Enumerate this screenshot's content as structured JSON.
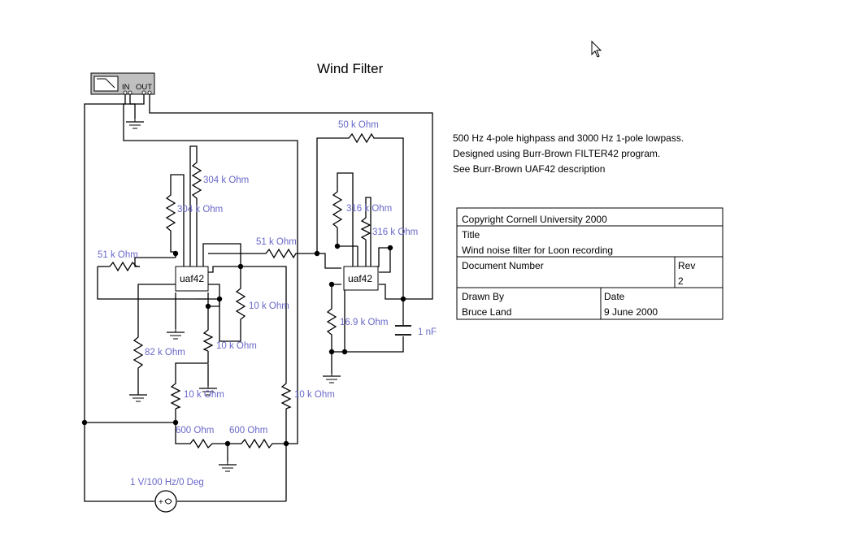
{
  "title": "Wind Filter",
  "bode_plotter": {
    "in_label": "IN",
    "out_label": "OUT"
  },
  "description": [
    "500 Hz 4-pole highpass and 3000 Hz 1-pole lowpass.",
    "Designed using Burr-Brown FILTER42 program.",
    "See Burr-Brown UAF42 description"
  ],
  "title_block": {
    "copyright": "Copyright Cornell University 2000",
    "title_label": "Title",
    "title_value": "Wind noise filter for Loon recording",
    "docnum_label": "Document Number",
    "rev_label": "Rev",
    "rev_value": "2",
    "drawn_label": "Drawn By",
    "drawn_value": "Bruce Land",
    "date_label": "Date",
    "date_value": "9 June 2000"
  },
  "chips": {
    "u1": "uaf42",
    "u2": "uaf42"
  },
  "components": {
    "r_50k": "50 k Ohm",
    "r_304k_a": "304 k Ohm",
    "r_304k_b": "304 k Ohm",
    "r_316k_a": "316 k Ohm",
    "r_316k_b": "316 k Ohm",
    "r_51k_a": "51 k Ohm",
    "r_51k_b": "51 k Ohm",
    "r_10k_a": "10 k Ohm",
    "r_10k_b": "10 k Ohm",
    "r_10k_c": "10 k Ohm",
    "r_10k_d": "10 k Ohm",
    "r_82k": "82 k Ohm",
    "r_16_9k": "16.9 k Ohm",
    "c_1nf": "1 nF",
    "r_600_a": "600  Ohm",
    "r_600_b": "600  Ohm",
    "source": "1 V/100 Hz/0 Deg"
  }
}
